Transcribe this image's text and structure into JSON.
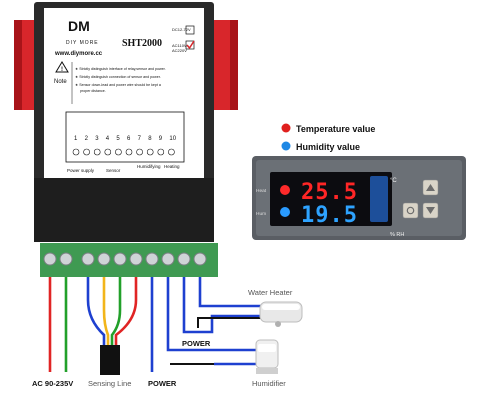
{
  "device": {
    "brand_mark": "DM",
    "brand_sub": "DIY MORE",
    "website": "www.diymore.cc",
    "model": "SHT2000",
    "voltage_dc": "DC12-72V",
    "voltage_ac": "AC110V-\nAC220V",
    "note_label": "Note",
    "notes": [
      "★ Strictly distinguish interface of relay,sensor and power.",
      "★ Strictly distinguish connection of sensor and power.",
      "★ Sensor down-lead and power wire should be kept a",
      "proper distance."
    ],
    "terminal_numbers": [
      "1",
      "2",
      "3",
      "4",
      "5",
      "6",
      "7",
      "8",
      "9",
      "10"
    ],
    "power_supply_label": "Power supply",
    "sensor_label": "Sensor",
    "humidifying_label": "Humidifying",
    "heating_label": "Heating"
  },
  "legend": {
    "temperature": "Temperature value",
    "humidity": "Humidity value",
    "temp_color": "#e0201e",
    "hum_color": "#1e88e5"
  },
  "display": {
    "heat_label": "Heat",
    "hum_label": "Hum",
    "temperature": "25.5",
    "humidity": "19.5",
    "temp_unit": "°C",
    "hum_unit": "% RH"
  },
  "wiring": {
    "ac_label": "AC 90-235V",
    "sensing_label": "Sensing Line",
    "power_label_bottom": "POWER",
    "power_label_mid": "POWER",
    "water_heater_label": "Water Heater",
    "humidifier_label": "Humidifier"
  }
}
